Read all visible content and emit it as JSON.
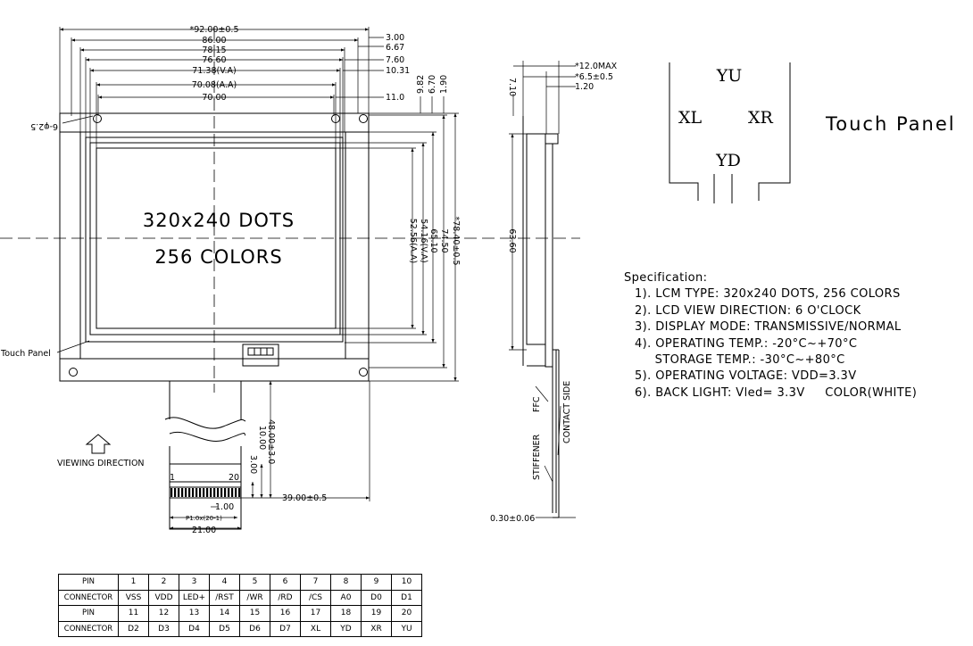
{
  "panel": {
    "display_line1": "320x240 DOTS",
    "display_line2": "256 COLORS",
    "touch_panel_label": "Touch Panel",
    "viewing_direction": "VIEWING DIRECTION",
    "hole_label": "6-φ2.5",
    "pin_first": "1",
    "pin_last": "20"
  },
  "dimensions": {
    "top": [
      "*92.00±0.5",
      "86.00",
      "78.15",
      "76.60",
      "71.38(V.A)",
      "70.08(A.A)",
      "70.00"
    ],
    "top_right": [
      "3.00",
      "6.67",
      "7.60",
      "10.31",
      "11.0"
    ],
    "vertical_small": [
      "9.82",
      "6.70",
      "1.90"
    ],
    "vertical": [
      "52.56(A.A)",
      "54.16(V.A)",
      "65.10",
      "74.50",
      "*78.40±0.5"
    ],
    "fpc": [
      "48.00±3.0",
      "10.00",
      "3.00",
      "39.00±0.5",
      "1.00",
      "P1.0x(20-1)",
      "21.00"
    ],
    "side": [
      "*12.0MAX",
      "*6.5±0.5",
      "1.20",
      "7.10",
      "63.60",
      "0.30±0.06"
    ],
    "side_labels": [
      "FFC",
      "STIFFENER",
      "CONTACT SIDE"
    ]
  },
  "touch_panel": {
    "title": "Touch Panel",
    "yu": "YU",
    "xl": "XL",
    "xr": "XR",
    "yd": "YD"
  },
  "specification": {
    "heading": "Specification:",
    "items": [
      "1). LCM TYPE: 320x240 DOTS, 256 COLORS",
      "2). LCD VIEW DIRECTION: 6 O'CLOCK",
      "3). DISPLAY MODE: TRANSMISSIVE/NORMAL",
      "4). OPERATING TEMP.: -20°C~+70°C",
      "     STORAGE TEMP.: -30°C~+80°C",
      "5). OPERATING VOLTAGE: VDD=3.3V",
      "6). BACK LIGHT: Vled= 3.3V     COLOR(WHITE)"
    ]
  },
  "pin_table": {
    "row_labels": [
      "PIN",
      "CONNECTOR"
    ],
    "pins_1": [
      "1",
      "2",
      "3",
      "4",
      "5",
      "6",
      "7",
      "8",
      "9",
      "10"
    ],
    "conn_1": [
      "VSS",
      "VDD",
      "LED+",
      "/RST",
      "/WR",
      "/RD",
      "/CS",
      "A0",
      "D0",
      "D1"
    ],
    "pins_2": [
      "11",
      "12",
      "13",
      "14",
      "15",
      "16",
      "17",
      "18",
      "19",
      "20"
    ],
    "conn_2": [
      "D2",
      "D3",
      "D4",
      "D5",
      "D6",
      "D7",
      "XL",
      "YD",
      "XR",
      "YU"
    ]
  }
}
